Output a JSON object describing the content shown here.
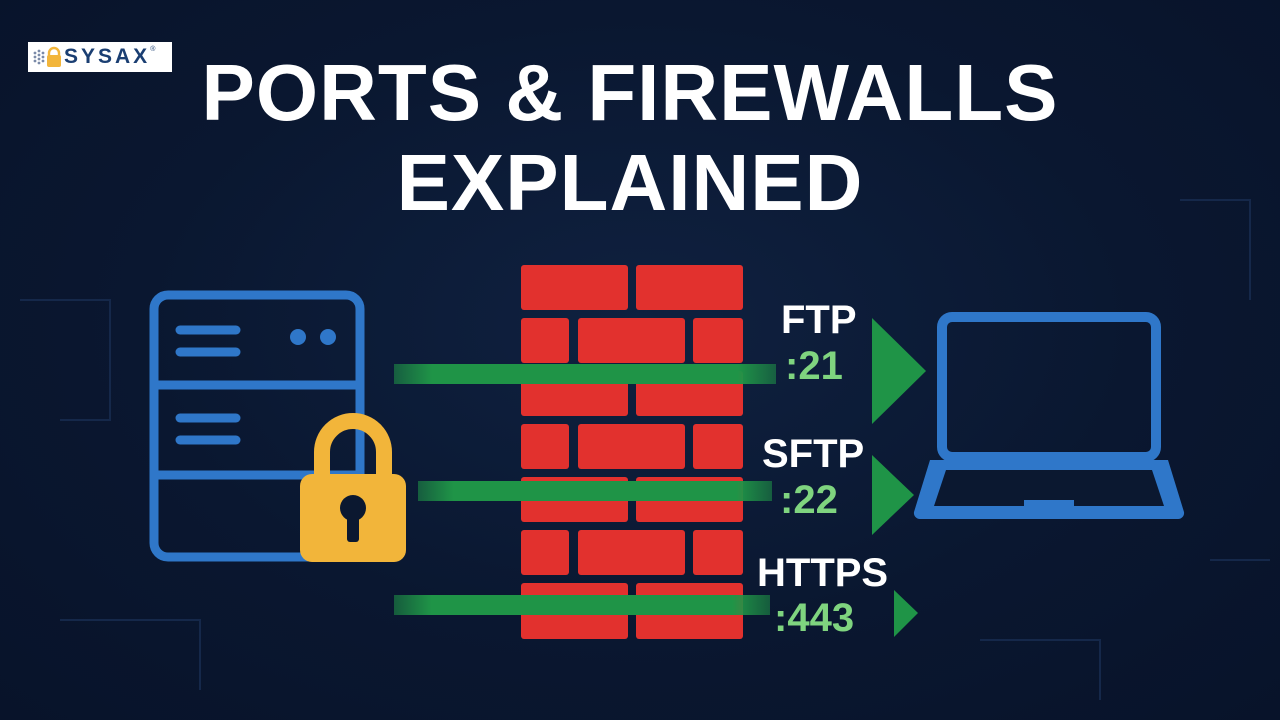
{
  "logo": {
    "text": "SYSAX",
    "mark": "®"
  },
  "title": {
    "line1": "PORTS & FIREWALLS",
    "line2": "EXPLAINED"
  },
  "ports": [
    {
      "name": "FTP",
      "number": ":21"
    },
    {
      "name": "SFTP",
      "number": ":22"
    },
    {
      "name": "HTTPS",
      "number": ":443"
    }
  ],
  "icons": {
    "server": "server-icon",
    "lock": "padlock-icon",
    "firewall": "brick-firewall-icon",
    "laptop": "laptop-icon",
    "arrow": "arrow-right-icon"
  },
  "colors": {
    "background": "#0b1830",
    "server": "#2f77c9",
    "laptop": "#2f77c9",
    "lock": "#f2b53a",
    "brick": "#e2312e",
    "traffic": "#1f9447",
    "port_number": "#7fd47f"
  }
}
